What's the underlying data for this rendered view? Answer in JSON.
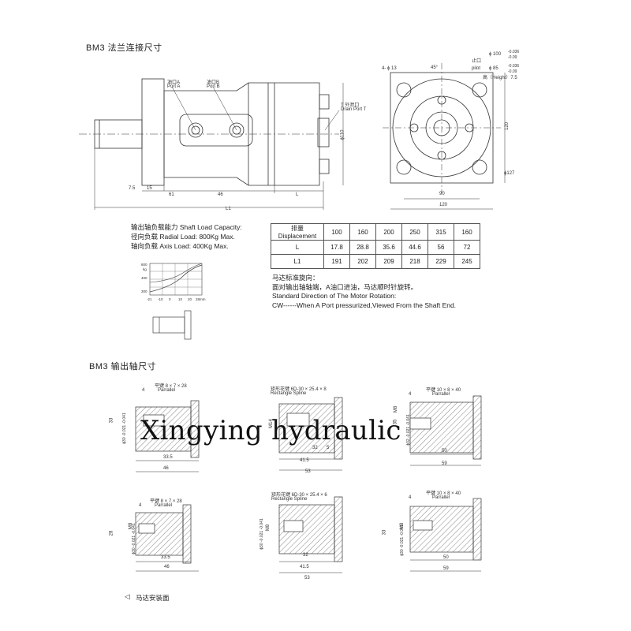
{
  "flange_section_title": "BM3 法兰连接尺寸",
  "shaft_section_title": "BM3 输出轴尺寸",
  "side_view": {
    "port_a_cn": "油口A",
    "port_a_en": "Port A",
    "port_b_cn": "油口B",
    "port_b_en": "Port B",
    "drain_cn": "T 外泄口",
    "drain_en": "Drain Port T",
    "dim_7_5": "7.5",
    "dim_15": "15",
    "dim_61": "61",
    "dim_46": "46",
    "dim_l": "L",
    "dim_l1": "L1",
    "dim_phi110": "ϕ110"
  },
  "front_view": {
    "holes": "4- ϕ 13",
    "angle": "45°",
    "spigot_cn": "止口",
    "phi100": "ϕ 100",
    "phi100_tol_upper": "-0.036",
    "phi100_tol_lower": "-0.09",
    "pilot_label": "pilot",
    "phi85": "ϕ 85",
    "phi85_tol_upper": "-0.036",
    "phi85_tol_lower": "-0.09",
    "height_label": "高（Height）7.5",
    "dim_120_right": "120",
    "dim_phi127": "ϕ127",
    "dim_90": "90",
    "dim_120_bottom": "120"
  },
  "load_capacity": {
    "line1": "输出轴负载能力 Shaft Load Capacity:",
    "line2": "径向负载 Radial Load: 800Kg Max.",
    "line3": "轴向负载 Axis Load: 400Kg Max."
  },
  "spec_table": {
    "header_label": "排量 Displacement",
    "displacement": [
      "100",
      "160",
      "200",
      "250",
      "315",
      "160"
    ],
    "row_l_label": "L",
    "l_values": [
      "17.8",
      "28.8",
      "35.6",
      "44.6",
      "56",
      "72"
    ],
    "row_l1_label": "L1",
    "l1_values": [
      "191",
      "202",
      "209",
      "218",
      "229",
      "245"
    ]
  },
  "rotation": {
    "line1": "马达标准旋向：",
    "line2": "面对输出轴轴端，A油口进油，马达顺时针旋转。",
    "line3": "Standard Direction of The Motor Rotation:",
    "line4": "CW------When A Port pressurized,Viewed From the Shaft End."
  },
  "load_graph": {
    "y_ticks": [
      "800",
      "kg",
      "400",
      "",
      "300"
    ],
    "x_ticks": [
      "-21",
      "-10",
      "0",
      "10",
      "20",
      "28mm"
    ]
  },
  "shafts": [
    {
      "key_label": "平键 8 × 7 × 28",
      "key_type": "Parrallel",
      "dim_4": "4",
      "dim_33": "33",
      "tol": "ϕ30 -0.021 -0.041",
      "dim_33_5": "33.5",
      "dim_46": "46"
    },
    {
      "key_label": "矩形花键 6D-30 × 25.4 × 8",
      "key_type": "Rectangle Spline",
      "thread": "M14",
      "dim_32": "32",
      "dim_5": "5",
      "dim_41_5": "41.5",
      "dim_53": "53"
    },
    {
      "key_label": "平键 10 × 8 × 40",
      "key_type": "Parrallel",
      "dim_4": "4",
      "dim_35": "35",
      "tol": "ϕ32 -0.021 -0.041",
      "thread": "M8",
      "dim_50": "50",
      "dim_59": "59"
    },
    {
      "key_label": "平键 8 × 7 × 28",
      "key_type": "Parrallel",
      "dim_4": "4",
      "dim_28": "28",
      "tol": "ϕ30 -0.021 -0.041",
      "thread": "M8",
      "dim_33_5": "33.5",
      "dim_46": "46"
    },
    {
      "key_label": "矩形花键 6D-30 × 25.4 × 6",
      "key_type": "Rectangle Spline",
      "tol": "ϕ30 -0.021 -0.041",
      "thread": "M8",
      "dim_32": "32",
      "dim_41_5": "41.5",
      "dim_53": "53"
    },
    {
      "key_label": "平键 10 × 8 × 40",
      "key_type": "Parrallel",
      "dim_4": "4",
      "dim_33": "33",
      "tol": "ϕ30 -0.021 -0.041",
      "thread": "M8",
      "dim_50": "50",
      "dim_59": "59"
    }
  ],
  "mount_face_label": "马达安装面",
  "mount_face_symbol": "◁",
  "watermark": "Xingying hydraulic"
}
